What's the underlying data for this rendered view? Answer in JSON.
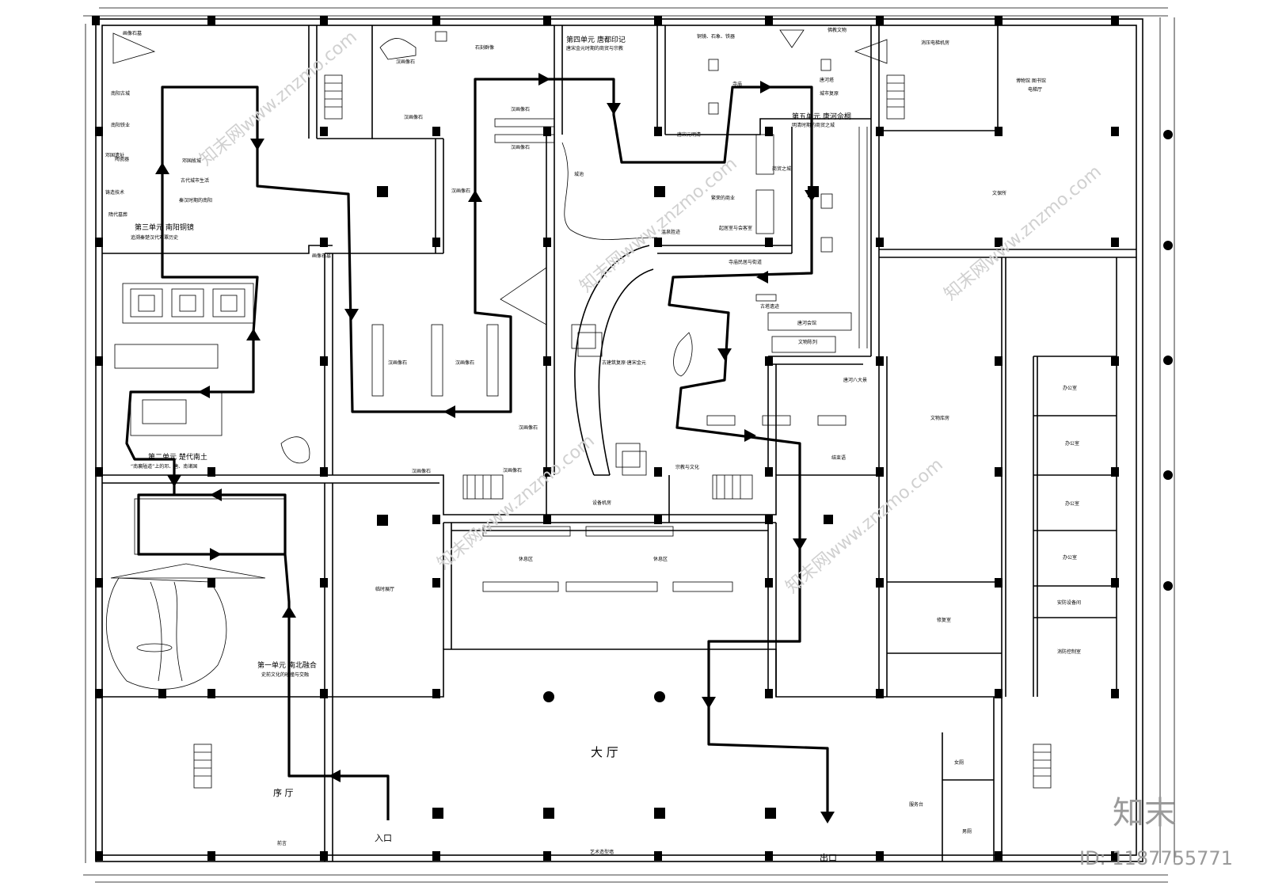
{
  "units": {
    "u3": {
      "title": "第三单元  南阳铜镜",
      "sub": "追溯秦楚汉代邓覃历史"
    },
    "u2": {
      "title": "第二单元  楚代南土",
      "sub": "“南襄隘道”上的邓、唐、南诸国"
    },
    "u1": {
      "title": "第一单元  南北融合",
      "sub": "史前文化的碰撞与交融"
    },
    "u4": {
      "title": "第四单元  唐都印记",
      "sub": "唐宋金元时期的商贸与宗教"
    },
    "u5": {
      "title": "第五单元  唐河佘桐",
      "sub": "明清时期的商贸之城"
    }
  },
  "rooms": {
    "lobby": "大  厅",
    "prelude": "序 厅",
    "entrance": "入口",
    "exit": "出口",
    "art_wall": "艺术造型墙",
    "temp_hall": "临时展厅",
    "rest1": "休息区",
    "rest2": "休息区",
    "equipment": "设备机房",
    "pressure": "消压电梯机房",
    "museum_lib": "博物馆  图书馆",
    "elevator_hall": "电梯厅",
    "cultural": "文保所",
    "storage": "文物库房",
    "restoration": "修复室",
    "office1": "办公室",
    "office2": "办公室",
    "office3": "办公室",
    "office4": "办公室",
    "security": "安防设备间",
    "fire": "消防控制室",
    "service": "服务台",
    "female_wc": "女厕",
    "male_wc": "男厕",
    "ending": "结束语",
    "preface": "前言"
  },
  "small_labels": {
    "l1": "画像石墓",
    "l2": "汉画像石",
    "l3": "汉画像石",
    "l4": "汉画像石",
    "l5": "汉画像石",
    "l6": "汉画像石",
    "l7": "汉画像石",
    "l8": "汉画像石",
    "l9": "汉画像石",
    "l10": "汉画像石",
    "l11": "铜镜、石象、铁器",
    "l12": "佛教文物",
    "l13": "唐河塔",
    "l14": "商贸之城",
    "l15": "繁荣的商业",
    "l16": "起居室与会客室",
    "l17": "温泉胜迹",
    "l18": "文物陈列",
    "l19": "汉画像石",
    "l20": "邓国故城",
    "l21": "秦汉时期的南阳",
    "l22": "南阳古城",
    "l23": "南阳铁业",
    "l24": "邓国遗址",
    "l25": "铸造技术",
    "l26": "隋代墓葬",
    "l27": "画像石墓",
    "l28": "石刻群像",
    "l29": "唐宋元明清",
    "l30": "城池",
    "l31": "寺庙",
    "l32": "古建筑复原·唐宋金元",
    "l33": "宗教与文化",
    "l34": "唐河八大景",
    "l35": "唐河会馆",
    "l36": "古塔遗迹",
    "l37": "寺庙民居与街道",
    "l38": "古代城市生活",
    "l39": "陶瓷器",
    "l40": "城市复原"
  },
  "watermark": {
    "brand": "知末",
    "id": "ID: 1187755771",
    "site": "知末网www.znzmo.com"
  }
}
